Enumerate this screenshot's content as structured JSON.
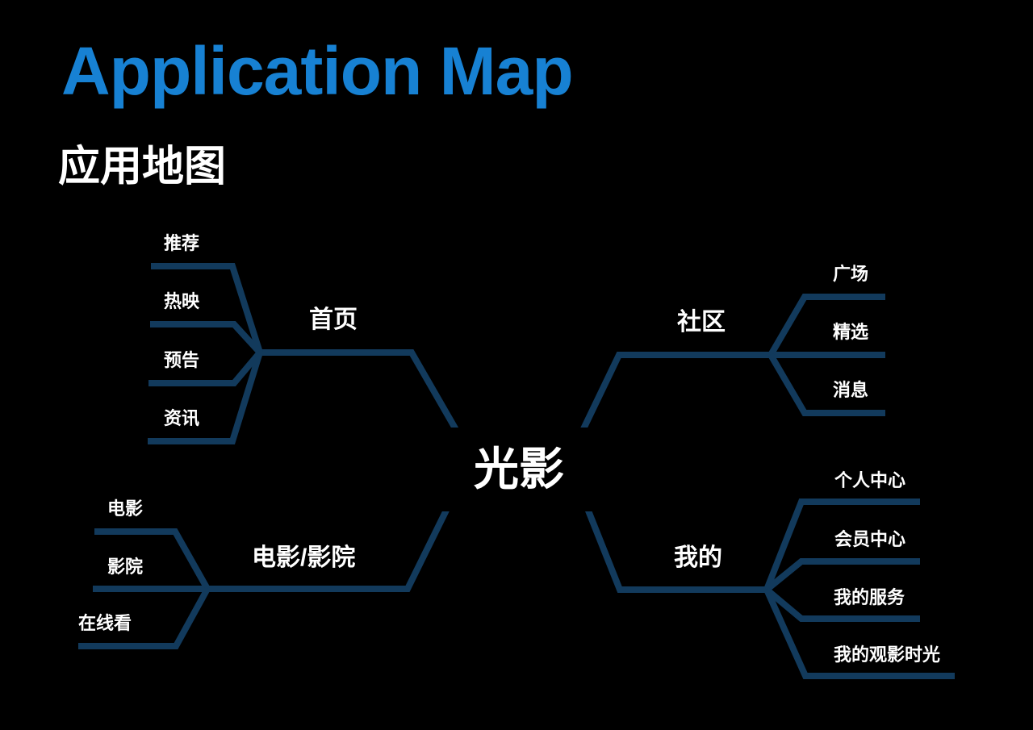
{
  "header": {
    "title": "Application Map",
    "subtitle": "应用地图"
  },
  "colors": {
    "background": "#000000",
    "title_blue": "#1781d3",
    "connector_navy": "#123a5c",
    "node_text": "#ffffff"
  },
  "mindmap": {
    "root": {
      "label": "光影"
    },
    "branches": [
      {
        "label": "首页",
        "children": [
          {
            "label": "推荐"
          },
          {
            "label": "热映"
          },
          {
            "label": "预告"
          },
          {
            "label": "资讯"
          }
        ]
      },
      {
        "label": "社区",
        "children": [
          {
            "label": "广场"
          },
          {
            "label": "精选"
          },
          {
            "label": "消息"
          }
        ]
      },
      {
        "label": "电影/影院",
        "children": [
          {
            "label": "电影"
          },
          {
            "label": "影院"
          },
          {
            "label": "在线看"
          }
        ]
      },
      {
        "label": "我的",
        "children": [
          {
            "label": "个人中心"
          },
          {
            "label": "会员中心"
          },
          {
            "label": "我的服务"
          },
          {
            "label": "我的观影时光"
          }
        ]
      }
    ]
  }
}
